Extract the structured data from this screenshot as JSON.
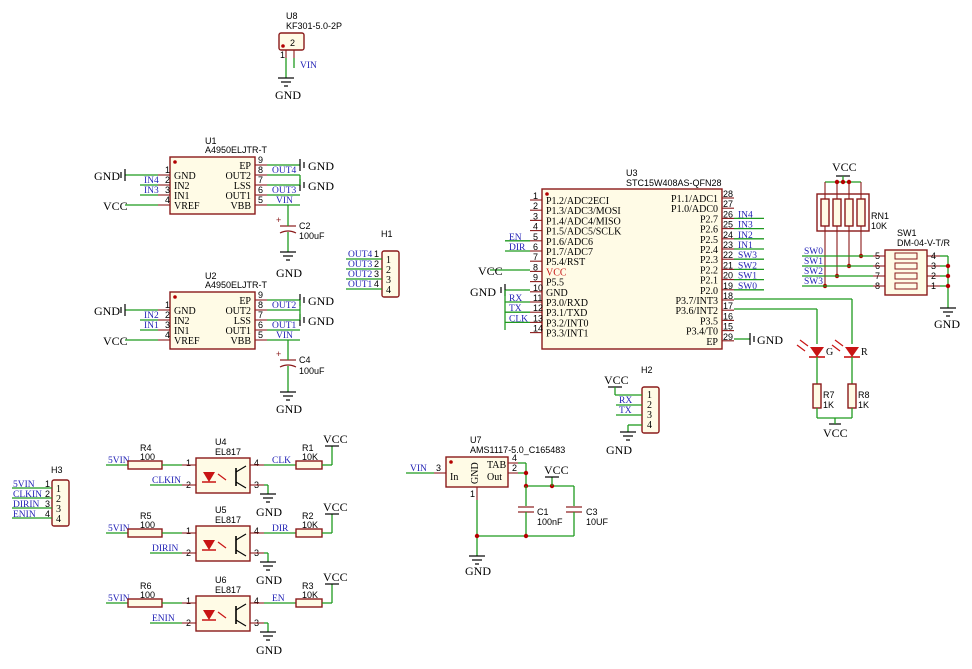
{
  "power": {
    "vcc": "VCC",
    "gnd": "GND",
    "vin": "VIN"
  },
  "u8": {
    "ref": "U8",
    "value": "KF301-5.0-2P",
    "pin1": "1",
    "pin2": "2"
  },
  "u1": {
    "ref": "U1",
    "value": "A4950ELJTR-T",
    "left": [
      {
        "n": "1",
        "name": "GND"
      },
      {
        "n": "2",
        "name": "IN2"
      },
      {
        "n": "3",
        "name": "IN1"
      },
      {
        "n": "4",
        "name": "VREF"
      }
    ],
    "right": [
      {
        "n": "9",
        "name": "EP"
      },
      {
        "n": "8",
        "name": "OUT2"
      },
      {
        "n": "7",
        "name": "LSS"
      },
      {
        "n": "6",
        "name": "OUT1"
      },
      {
        "n": "5",
        "name": "VBB"
      }
    ],
    "nets": {
      "in4": "IN4",
      "in3": "IN3",
      "out4": "OUT4",
      "out3": "OUT3"
    }
  },
  "u2": {
    "ref": "U2",
    "value": "A4950ELJTR-T",
    "left": [
      {
        "n": "1",
        "name": "GND"
      },
      {
        "n": "2",
        "name": "IN2"
      },
      {
        "n": "3",
        "name": "IN1"
      },
      {
        "n": "4",
        "name": "VREF"
      }
    ],
    "right": [
      {
        "n": "9",
        "name": "EP"
      },
      {
        "n": "8",
        "name": "OUT2"
      },
      {
        "n": "7",
        "name": "LSS"
      },
      {
        "n": "6",
        "name": "OUT1"
      },
      {
        "n": "5",
        "name": "VBB"
      }
    ],
    "nets": {
      "in2": "IN2",
      "in1": "IN1",
      "out2": "OUT2",
      "out1": "OUT1"
    }
  },
  "c2": {
    "ref": "C2",
    "value": "100uF"
  },
  "c4": {
    "ref": "C4",
    "value": "100uF"
  },
  "h1": {
    "ref": "H1",
    "nets": [
      "OUT4",
      "OUT3",
      "OUT2",
      "OUT1"
    ],
    "pins": [
      "1",
      "2",
      "3",
      "4"
    ]
  },
  "u3": {
    "ref": "U3",
    "value": "STC15W408AS-QFN28",
    "left": [
      {
        "n": "1",
        "name": "P1.2/ADC2ECI",
        "net": ""
      },
      {
        "n": "2",
        "name": "P1.3/ADC3/MOSI",
        "net": ""
      },
      {
        "n": "3",
        "name": "P1.4/ADC4/MISO",
        "net": ""
      },
      {
        "n": "4",
        "name": "P1.5/ADC5/SCLK",
        "net": ""
      },
      {
        "n": "5",
        "name": "P1.6/ADC6",
        "net": "EN"
      },
      {
        "n": "6",
        "name": "P1.7/ADC7",
        "net": "DIR"
      },
      {
        "n": "7",
        "name": "P5.4/RST",
        "net": ""
      },
      {
        "n": "8",
        "name": "VCC",
        "net": ""
      },
      {
        "n": "9",
        "name": "P5.5",
        "net": ""
      },
      {
        "n": "10",
        "name": "GND",
        "net": ""
      },
      {
        "n": "11",
        "name": "P3.0/RXD",
        "net": "RX"
      },
      {
        "n": "12",
        "name": "P3.1/TXD",
        "net": "TX"
      },
      {
        "n": "13",
        "name": "P3.2/INT0",
        "net": "CLK"
      },
      {
        "n": "14",
        "name": "P3.3/INT1",
        "net": ""
      }
    ],
    "right": [
      {
        "n": "28",
        "name": "P1.1/ADC1",
        "net": ""
      },
      {
        "n": "27",
        "name": "P1.0/ADC0",
        "net": ""
      },
      {
        "n": "26",
        "name": "P2.7",
        "net": "IN4"
      },
      {
        "n": "25",
        "name": "P2.6",
        "net": "IN3"
      },
      {
        "n": "24",
        "name": "P2.5",
        "net": "IN2"
      },
      {
        "n": "23",
        "name": "P2.4",
        "net": "IN1"
      },
      {
        "n": "22",
        "name": "P2.3",
        "net": "SW3"
      },
      {
        "n": "21",
        "name": "P2.2",
        "net": "SW2"
      },
      {
        "n": "20",
        "name": "P2.1",
        "net": "SW1"
      },
      {
        "n": "19",
        "name": "P2.0",
        "net": "SW0"
      },
      {
        "n": "18",
        "name": "P3.7/INT3",
        "net": ""
      },
      {
        "n": "17",
        "name": "P3.6/INT2",
        "net": ""
      },
      {
        "n": "16",
        "name": "P3.5",
        "net": ""
      },
      {
        "n": "15",
        "name": "P3.4/T0",
        "net": ""
      },
      {
        "n": "29",
        "name": "EP",
        "net": ""
      }
    ]
  },
  "rn1": {
    "ref": "RN1",
    "value": "10K"
  },
  "sw1": {
    "ref": "SW1",
    "value": "DM-04-V-T/R",
    "nets": [
      "SW0",
      "SW1",
      "SW2",
      "SW3"
    ],
    "left_pins": [
      "5",
      "6",
      "7",
      "8"
    ],
    "right_pins": [
      "4",
      "3",
      "2",
      "1"
    ]
  },
  "leds": {
    "g": "G",
    "r": "R"
  },
  "r7": {
    "ref": "R7",
    "value": "1K"
  },
  "r8": {
    "ref": "R8",
    "value": "1K"
  },
  "h2": {
    "ref": "H2",
    "nets": [
      "RX",
      "TX"
    ],
    "pins": [
      "1",
      "2",
      "3",
      "4"
    ]
  },
  "h3": {
    "ref": "H3",
    "nets": [
      "5VIN",
      "CLKIN",
      "DIRIN",
      "ENIN"
    ],
    "pins": [
      "1",
      "2",
      "3",
      "4"
    ]
  },
  "opto": [
    {
      "ref": "U4",
      "value": "EL817",
      "rref": "R4",
      "rval": "100",
      "in": "5VIN",
      "sig": "CLKIN",
      "rout": "R1",
      "routval": "10K",
      "out": "CLK",
      "p1": "1",
      "p2": "2",
      "p3": "3",
      "p4": "4"
    },
    {
      "ref": "U5",
      "value": "EL817",
      "rref": "R5",
      "rval": "100",
      "in": "5VIN",
      "sig": "DIRIN",
      "rout": "R2",
      "routval": "10K",
      "out": "DIR",
      "p1": "1",
      "p2": "2",
      "p3": "3",
      "p4": "4"
    },
    {
      "ref": "U6",
      "value": "EL817",
      "rref": "R6",
      "rval": "100",
      "in": "5VIN",
      "sig": "ENIN",
      "rout": "R3",
      "routval": "10K",
      "out": "EN",
      "p1": "1",
      "p2": "2",
      "p3": "3",
      "p4": "4"
    }
  ],
  "u7": {
    "ref": "U7",
    "value": "AMS1117-5.0_C165483",
    "in_label": "In",
    "gnd_label": "GND",
    "tab": "TAB",
    "out": "Out",
    "pin_in": "3",
    "pin_gnd": "1",
    "pin_tab": "4",
    "pin_out": "2"
  },
  "c1": {
    "ref": "C1",
    "value": "100nF"
  },
  "c3": {
    "ref": "C3",
    "value": "10UF"
  }
}
